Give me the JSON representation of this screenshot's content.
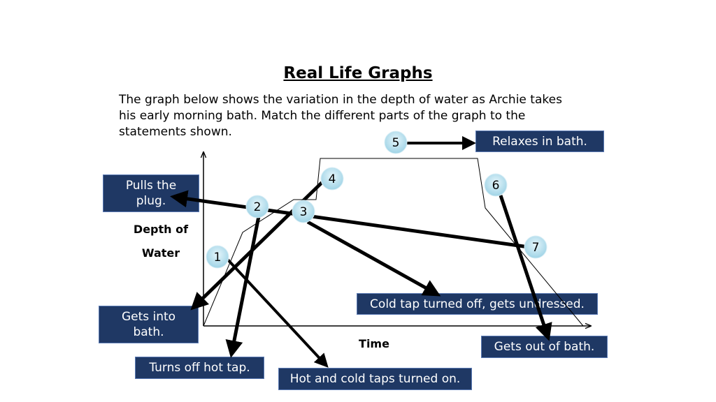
{
  "title": "Real Life Graphs",
  "intro_lines": [
    "The graph below shows the variation in the depth of water as Archie takes",
    "his early morning bath. Match the different parts of the graph to the",
    "statements shown."
  ],
  "axes": {
    "y_label_line1": "Depth of",
    "y_label_line2": "Water",
    "x_label": "Time"
  },
  "markers": [
    "1",
    "2",
    "3",
    "4",
    "5",
    "6",
    "7"
  ],
  "statements": {
    "relaxes": "Relaxes in bath.",
    "pulls_plug_line1": "Pulls the",
    "pulls_plug_line2": "plug.",
    "gets_into_line1": "Gets into",
    "gets_into_line2": "bath.",
    "cold_tap_off": "Cold tap turned off, gets undressed.",
    "gets_out": "Gets out of bath.",
    "hot_tap_off": "Turns off hot tap.",
    "taps_on": "Hot and cold taps turned on."
  },
  "colors": {
    "label_bg": "#1f3864",
    "marker_fill": "#bfe3ef"
  }
}
